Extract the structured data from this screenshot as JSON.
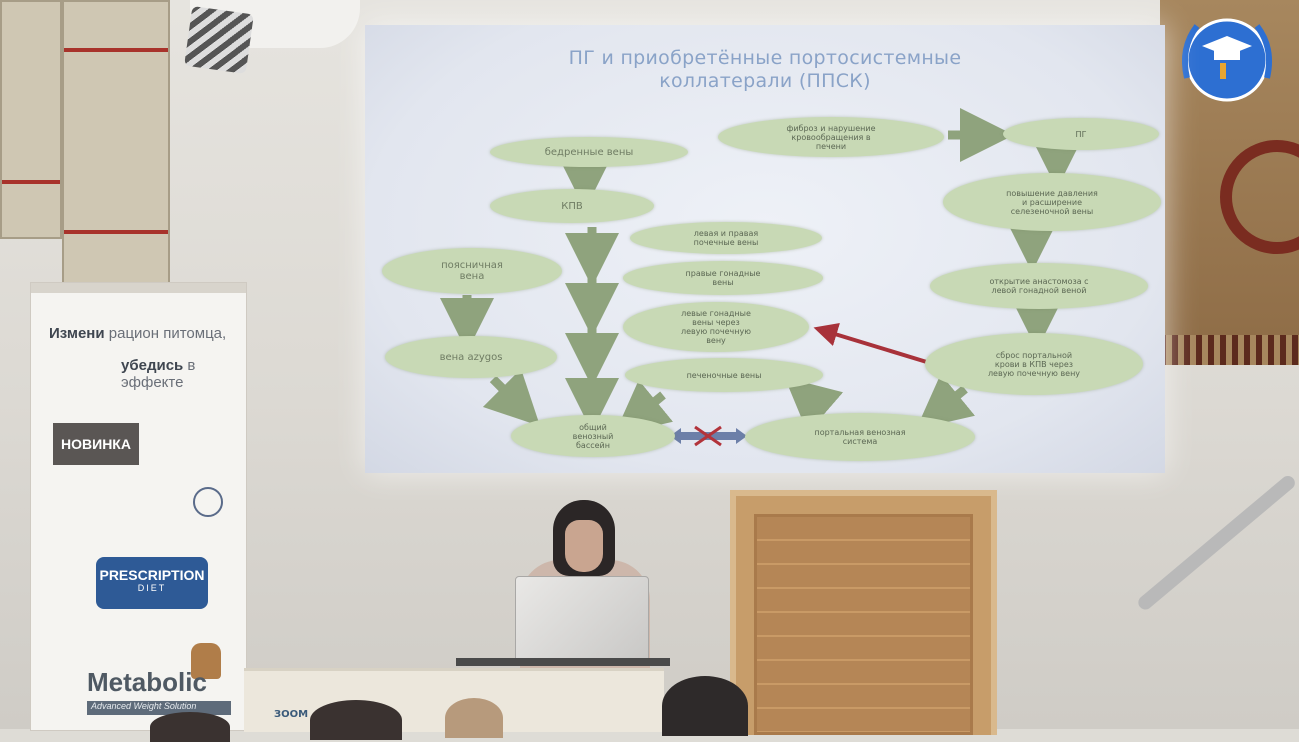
{
  "slide": {
    "title": "ПГ и приобретённые портосистемные\nколлатерали (ППСК)",
    "nodes": {
      "femoral": "бедренные вены",
      "kpv": "КПВ",
      "lumbar": "поясничная\nвена",
      "azygos": "вена azygos",
      "common_pool": "общий\nвенозный\nбассейн",
      "renal": "левая и правая\nпочечные вены",
      "right_gonadal": "правые гонадные\nвены",
      "left_gonadal": "левые гонадные\nвены через\nлевую почечную\nвену",
      "hepatic": "печеночные вены",
      "portal": "портальная венозная\nсистема",
      "fibrosis": "фиброз и нарушение\nкровообращения в\nпечени",
      "pg": "ПГ",
      "pressure": "повышение давления\nи расширение\nселезеночной вены",
      "anastomosis": "открытие анастомоза с\nлевой гонадной веной",
      "shunt": "сброс портальной\nкрови в КПВ через\nлевую почечную вену"
    }
  },
  "stand": {
    "line1_bold": "Измени",
    "line1_rest": " рацион питомца,",
    "line2_bold": "убедись",
    "line2_rest": " в эффекте",
    "badge": "НОВИНКА",
    "brand": "PRESCRIPTION",
    "brand_sub": "DIET",
    "product": "Metabolic",
    "product_sub": "Advanced Weight Solution"
  },
  "desk": {
    "logo_text": "ЗООМ"
  },
  "colors": {
    "node_fill": "#c8d9b5",
    "arrow": "#8fa37d",
    "red_arrow": "#a8323a",
    "slide_title": "#8aa3c8"
  }
}
